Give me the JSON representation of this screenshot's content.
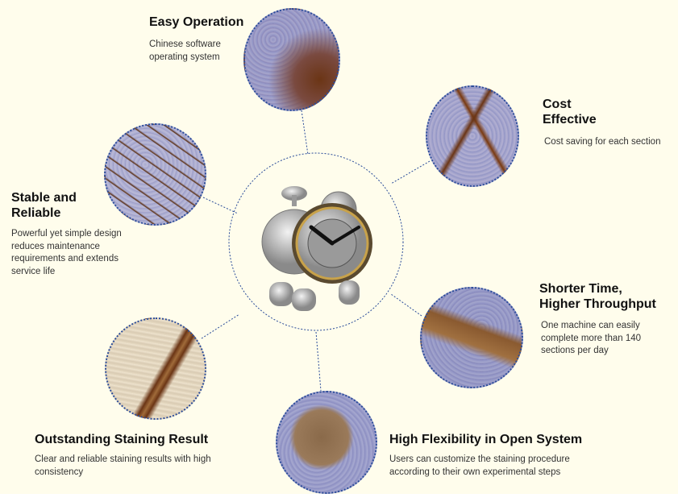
{
  "features": [
    {
      "title": "Easy Operation",
      "description": "Chinese software operating system"
    },
    {
      "title_line1": "Cost",
      "title_line2": "Effective",
      "description": "Cost saving for each section"
    },
    {
      "title_line1": "Stable and",
      "title_line2": "Reliable",
      "description": "Powerful yet simple design reduces maintenance requirements and extends service life"
    },
    {
      "title_line1": "Shorter Time,",
      "title_line2": "Higher Throughput",
      "description": "One machine can easily complete more than 140 sections per day"
    },
    {
      "title": "Outstanding Staining Result",
      "description": "Clear and reliable staining results with high consistency"
    },
    {
      "title": "High Flexibility in Open System",
      "description": "Users can customize the staining procedure according to their own experimental steps"
    }
  ],
  "colors": {
    "background": "#fffdec",
    "border": "#2a4c9a",
    "stain_blue": "#8f92c4",
    "stain_brown": "#6b3515"
  }
}
